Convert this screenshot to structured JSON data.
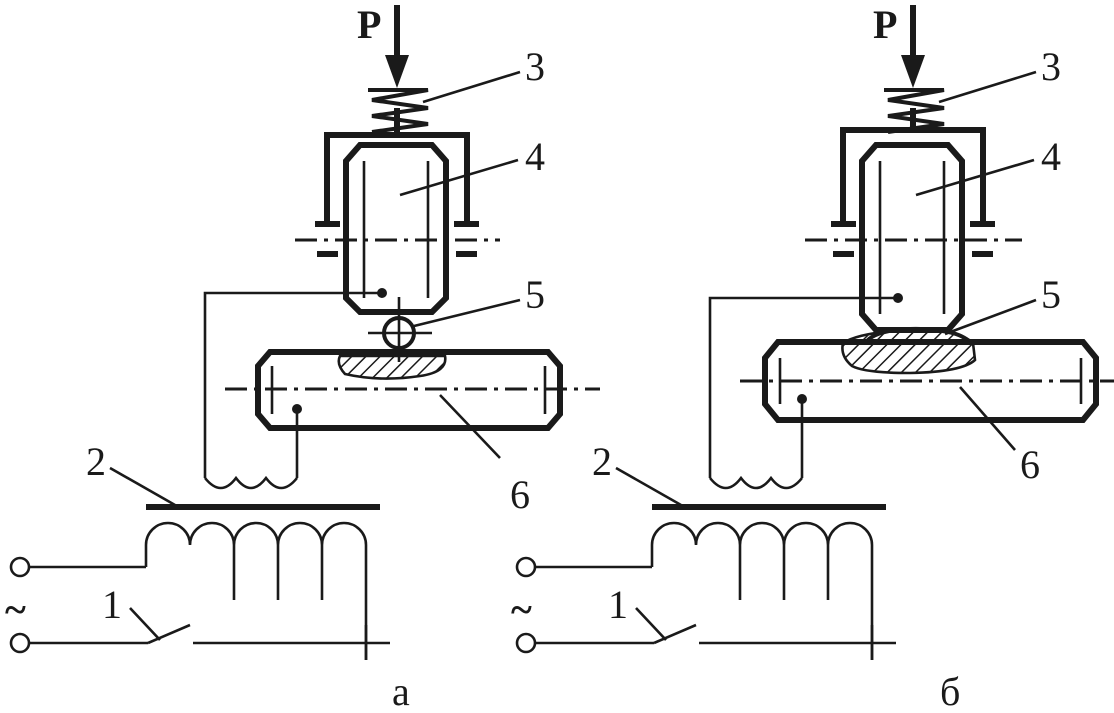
{
  "force_label": "P",
  "part_numbers": {
    "switch": "1",
    "transformer": "2",
    "spring": "3",
    "roller": "4",
    "weld": "5",
    "workpiece": "6"
  },
  "ac_symbol": "~",
  "panel_a": {
    "caption": "а"
  },
  "panel_b": {
    "caption": "б"
  }
}
